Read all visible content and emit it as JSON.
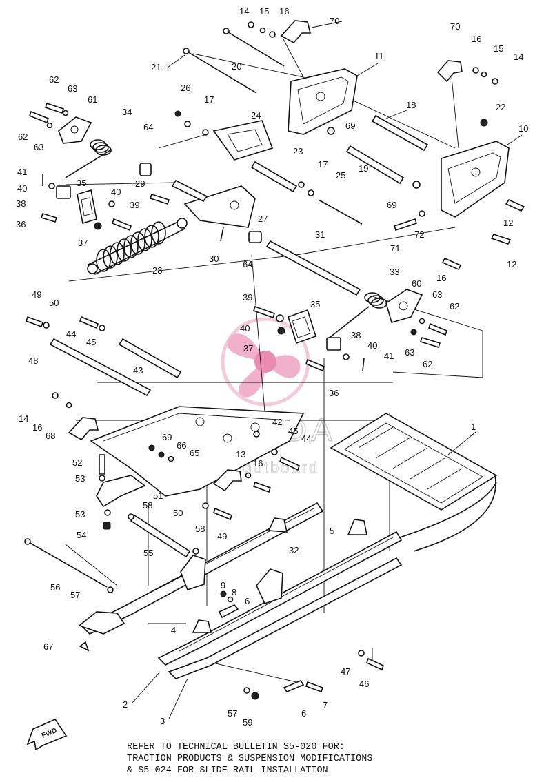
{
  "callouts": {
    "c14a": "14",
    "c15a": "15",
    "c16a": "16",
    "c70a": "70",
    "c70b": "70",
    "c16b": "16",
    "c15b": "15",
    "c14b": "14",
    "c11": "11",
    "c21": "21",
    "c20": "20",
    "c62a": "62",
    "c63a": "63",
    "c61": "61",
    "c34": "34",
    "c62b": "62",
    "c63b": "63",
    "c26": "26",
    "c17a": "17",
    "c24": "24",
    "c18": "18",
    "c22": "22",
    "c10": "10",
    "c69a": "69",
    "c64a": "64",
    "c23": "23",
    "c17b": "17",
    "c25": "25",
    "c19": "19",
    "c41a": "41",
    "c40a": "40",
    "c35a": "35",
    "c40b": "40",
    "c38a": "38",
    "c29": "29",
    "c39a": "39",
    "c36a": "36",
    "c37a": "37",
    "c27": "27",
    "c69b": "69",
    "c12a": "12",
    "c71": "71",
    "c72": "72",
    "c12b": "12",
    "c30": "30",
    "c64b": "64",
    "c31": "31",
    "c28": "28",
    "c16c": "16",
    "c33": "33",
    "c60": "60",
    "c63c": "63",
    "c62c": "62",
    "c49a": "49",
    "c50a": "50",
    "c39b": "39",
    "c35b": "35",
    "c44a": "44",
    "c45a": "45",
    "c40c": "40",
    "c38b": "38",
    "c37b": "37",
    "c40d": "40",
    "c41b": "41",
    "c63d": "63",
    "c62d": "62",
    "c48": "48",
    "c43": "43",
    "c36b": "36",
    "c14c": "14",
    "c16d": "16",
    "c68": "68",
    "c1": "1",
    "c69c": "69",
    "c66": "66",
    "c65": "65",
    "c42": "42",
    "c45b": "45",
    "c44b": "44",
    "c13": "13",
    "c16e": "16",
    "c52": "52",
    "c53a": "53",
    "c51": "51",
    "c58a": "58",
    "c50b": "50",
    "c49b": "49",
    "c53b": "53",
    "c54": "54",
    "c5": "5",
    "c58b": "58",
    "c55": "55",
    "c32": "32",
    "c9": "9",
    "c8": "8",
    "c6a": "6",
    "c56": "56",
    "c57a": "57",
    "c4": "4",
    "c67": "67",
    "c47": "47",
    "c46": "46",
    "c2": "2",
    "c6b": "6",
    "c7": "7",
    "c3": "3",
    "c57b": "57",
    "c59": "59"
  },
  "watermark": {
    "brand": "ARMADA",
    "tagline": "marine outboard"
  },
  "fwd_label": "FWD",
  "footer_note": {
    "line1": "REFER TO TECHNICAL BULLETIN S5-020 FOR:",
    "line2": "TRACTION PRODUCTS & SUSPENSION MODIFICATIONS",
    "line3": "& S5-024 FOR SLIDE RAIL INSTALLATION"
  }
}
